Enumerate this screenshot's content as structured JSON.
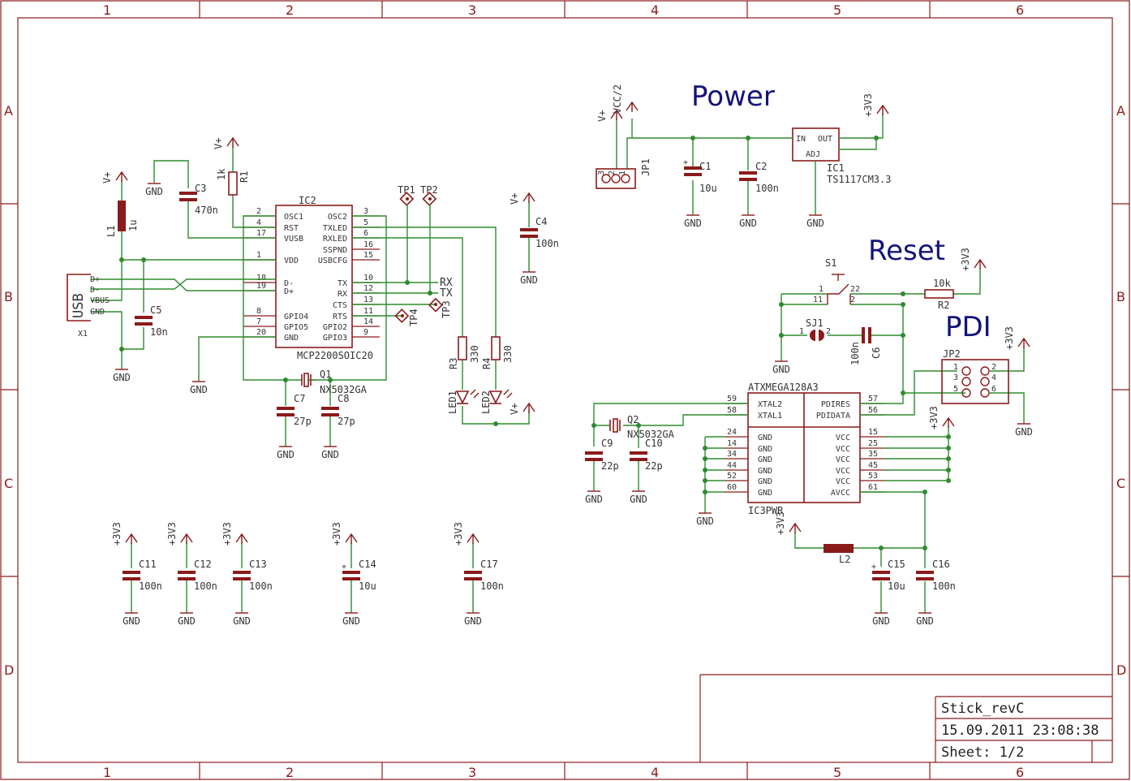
{
  "sections": {
    "power": "Power",
    "reset": "Reset",
    "pdi": "PDI"
  },
  "grid": {
    "cols": [
      "1",
      "2",
      "3",
      "4",
      "5",
      "6"
    ],
    "rows": [
      "A",
      "B",
      "C",
      "D"
    ]
  },
  "title_block": {
    "name": "Stick_revC",
    "date": "15.09.2011 23:08:38",
    "sheet": "Sheet: 1/2"
  },
  "nets": {
    "gnd": "GND",
    "vplus": "V+",
    "v33": "+3V3",
    "vcc2": "VCC/2",
    "rx": "RX",
    "tx": "TX",
    "dp": "D+",
    "dm": "D-",
    "vbus": "VBUS"
  },
  "parts": {
    "ic2": {
      "name": "IC2",
      "value": "MCP2200SOIC20",
      "left": [
        [
          "2",
          "OSC1"
        ],
        [
          "4",
          "RST"
        ],
        [
          "17",
          "VUSB"
        ],
        [
          "1",
          "VDD"
        ],
        [
          "18",
          "D-"
        ],
        [
          "19",
          "D+"
        ],
        [
          "8",
          "GPIO4"
        ],
        [
          "7",
          "GPIO5"
        ],
        [
          "20",
          "GND"
        ]
      ],
      "right": [
        [
          "3",
          "OSC2"
        ],
        [
          "5",
          "TXLED"
        ],
        [
          "6",
          "RXLED"
        ],
        [
          "16",
          "SSPND"
        ],
        [
          "15",
          "USBCFG"
        ],
        [
          "10",
          "TX"
        ],
        [
          "12",
          "RX"
        ],
        [
          "13",
          "CTS"
        ],
        [
          "11",
          "RTS"
        ],
        [
          "14",
          "GPIO2"
        ],
        [
          "9",
          "GPIO3"
        ]
      ]
    },
    "ic3": {
      "name": "ATXMEGA128A3",
      "sub": "IC3PWR",
      "left": [
        [
          "59",
          "XTAL2"
        ],
        [
          "58",
          "XTAL1"
        ],
        [
          "24",
          "GND"
        ],
        [
          "14",
          "GND"
        ],
        [
          "34",
          "GND"
        ],
        [
          "44",
          "GND"
        ],
        [
          "52",
          "GND"
        ],
        [
          "60",
          "GND"
        ]
      ],
      "right": [
        [
          "57",
          "PDIRES"
        ],
        [
          "56",
          "PDIDATA"
        ],
        [
          "15",
          "VCC"
        ],
        [
          "25",
          "VCC"
        ],
        [
          "35",
          "VCC"
        ],
        [
          "45",
          "VCC"
        ],
        [
          "53",
          "VCC"
        ],
        [
          "61",
          "AVCC"
        ]
      ]
    },
    "ic1": {
      "name": "IC1",
      "value": "TS1117CM3.3",
      "in": "IN",
      "out": "OUT",
      "adj": "ADJ"
    },
    "x1": {
      "name": "X1",
      "label": "USB"
    },
    "jp1": {
      "name": "JP1",
      "pins": [
        "3",
        "2",
        "1"
      ]
    },
    "jp2": {
      "name": "JP2",
      "pins": [
        "1",
        "2",
        "3",
        "4",
        "5",
        "6"
      ]
    },
    "s1": {
      "name": "S1",
      "pins": [
        "1",
        "11",
        "22",
        "2"
      ]
    },
    "sj1": {
      "name": "SJ1",
      "pins": [
        "1",
        "2"
      ]
    },
    "r1": {
      "name": "R1",
      "value": "1k"
    },
    "r2": {
      "name": "R2",
      "value": "10k"
    },
    "r3": {
      "name": "R3",
      "value": "330"
    },
    "r4": {
      "name": "R4",
      "value": "330"
    },
    "l1": {
      "name": "L1",
      "value": "1u"
    },
    "l2": {
      "name": "L2"
    },
    "led1": {
      "name": "LED1"
    },
    "led2": {
      "name": "LED2"
    },
    "q1": {
      "name": "Q1",
      "value": "NX5032GA"
    },
    "q2": {
      "name": "Q2",
      "value": "NX5032GA"
    },
    "tp1": {
      "name": "TP1"
    },
    "tp2": {
      "name": "TP2"
    },
    "tp3": {
      "name": "TP3"
    },
    "tp4": {
      "name": "TP4"
    },
    "c1": {
      "name": "C1",
      "value": "10u"
    },
    "c2": {
      "name": "C2",
      "value": "100n"
    },
    "c3": {
      "name": "C3",
      "value": "470n"
    },
    "c4": {
      "name": "C4",
      "value": "100n"
    },
    "c5": {
      "name": "C5",
      "value": "10n"
    },
    "c6": {
      "name": "C6",
      "value": "100n"
    },
    "c7": {
      "name": "C7",
      "value": "27p"
    },
    "c8": {
      "name": "C8",
      "value": "27p"
    },
    "c9": {
      "name": "C9",
      "value": "22p"
    },
    "c10": {
      "name": "C10",
      "value": "22p"
    },
    "c11": {
      "name": "C11",
      "value": "100n"
    },
    "c12": {
      "name": "C12",
      "value": "100n"
    },
    "c13": {
      "name": "C13",
      "value": "100n"
    },
    "c14": {
      "name": "C14",
      "value": "10u"
    },
    "c15": {
      "name": "C15",
      "value": "10u"
    },
    "c16": {
      "name": "C16",
      "value": "100n"
    },
    "c17": {
      "name": "C17",
      "value": "100n"
    }
  }
}
